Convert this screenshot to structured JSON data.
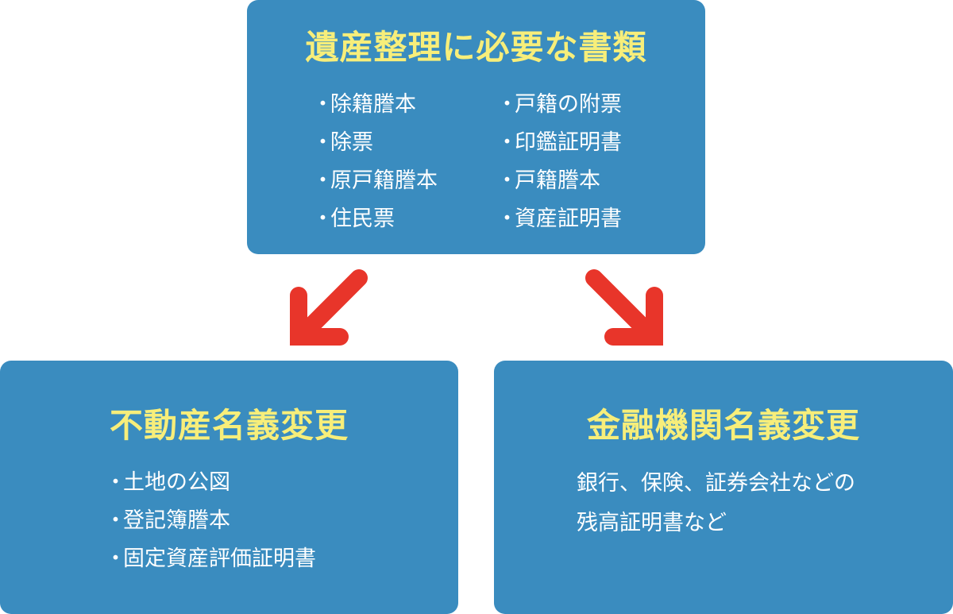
{
  "top_box": {
    "title": "遺産整理に必要な書類",
    "left_items": [
      "除籍謄本",
      "除票",
      "原戸籍謄本",
      "住民票"
    ],
    "right_items": [
      "戸籍の附票",
      "印鑑証明書",
      "戸籍謄本",
      "資産証明書"
    ]
  },
  "left_box": {
    "title": "不動産名義変更",
    "items": [
      "土地の公図",
      "登記簿謄本",
      "固定資産評価証明書"
    ]
  },
  "right_box": {
    "title": "金融機関名義変更",
    "lines": [
      "銀行、保険、証券会社などの",
      "残高証明書など"
    ]
  },
  "colors": {
    "box": "#3a8cbf",
    "title": "#f7ee7a",
    "arrow": "#e8352a",
    "text": "#ffffff"
  }
}
